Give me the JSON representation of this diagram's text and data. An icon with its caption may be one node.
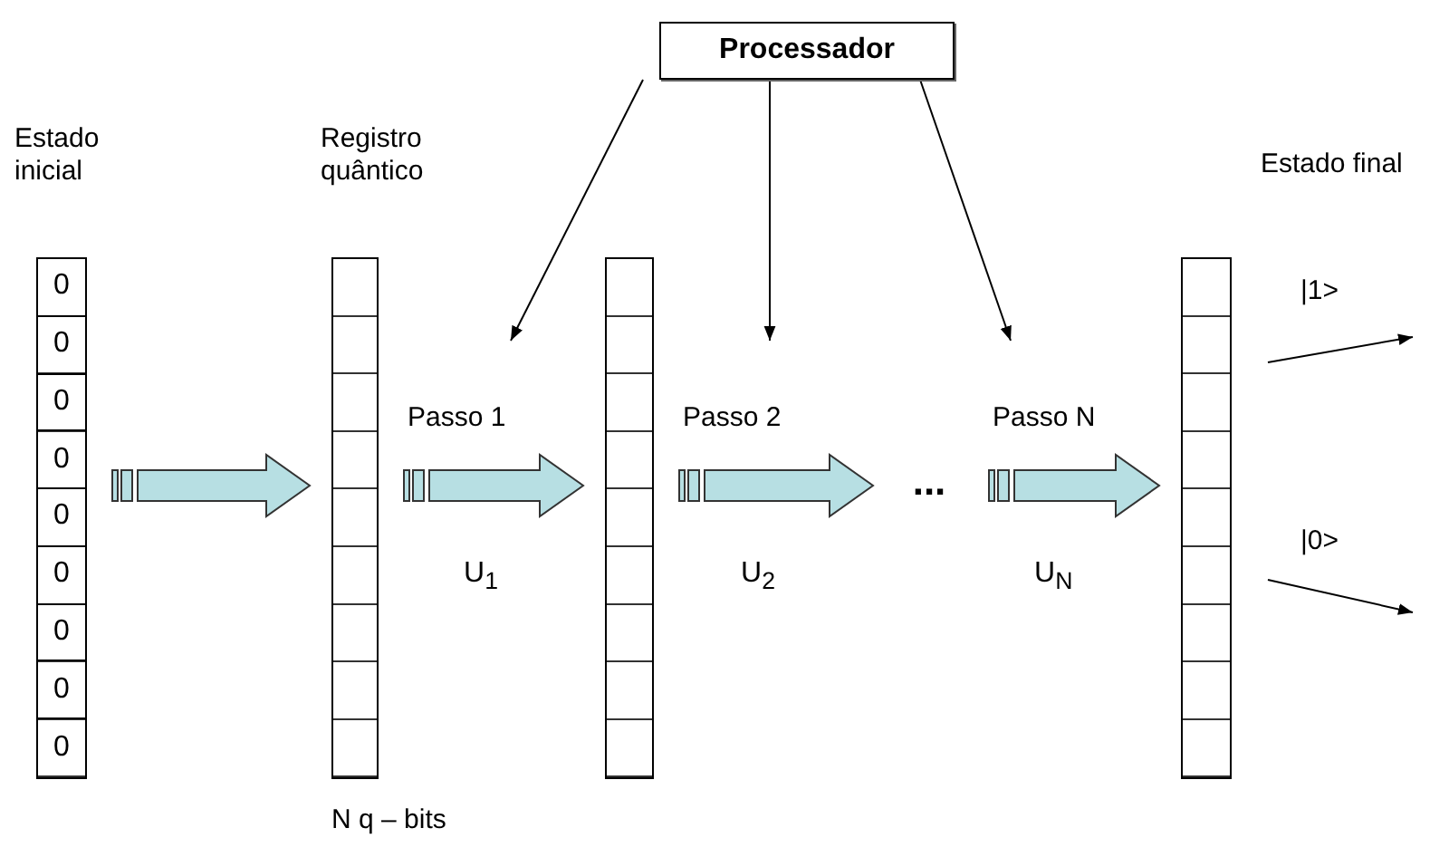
{
  "diagram": {
    "nodes": [
      {
        "text": [
          "Processador"
        ]
      },
      {
        "text": [],
        "shape": "box",
        "beside": [
          "Estado inicial"
        ]
      },
      {
        "text": [
          "0"
        ],
        "in": 1
      },
      {
        "text": [
          "0"
        ],
        "in": 1
      },
      {
        "text": [
          "0"
        ],
        "in": 1
      },
      {
        "text": [
          "0"
        ],
        "in": 1
      },
      {
        "text": [
          "0"
        ],
        "in": 1
      },
      {
        "text": [
          "0"
        ],
        "in": 1
      },
      {
        "text": [
          "0"
        ],
        "in": 1
      },
      {
        "text": [
          "0"
        ],
        "in": 1
      },
      {
        "text": [
          "0"
        ],
        "in": 1
      },
      {
        "text": [],
        "shape": "box",
        "beside": [
          "Registro quântico",
          "N q – bits"
        ]
      },
      {
        "text": [],
        "shape": "box"
      },
      {
        "text": [
          "..."
        ]
      },
      {
        "text": [],
        "shape": "box",
        "beside": [
          "Estado final"
        ]
      }
    ],
    "edges": [
      {
        "from": 1,
        "to": 11,
        "arrow": "to",
        "style": "thick",
        "color": "#b7dfe3"
      },
      {
        "from": 11,
        "to": 12,
        "arrow": "to",
        "label": "Passo 1",
        "style": "thick",
        "color": "#b7dfe3"
      },
      {
        "from": 12,
        "to": 13,
        "arrow": "to",
        "label": "Passo 2",
        "style": "thick",
        "color": "#b7dfe3"
      },
      {
        "from": 13,
        "to": 14,
        "arrow": "to",
        "label": "Passo N",
        "style": "thick",
        "color": "#b7dfe3"
      },
      {
        "from": 0,
        "to": null,
        "arrow": "to"
      },
      {
        "from": 0,
        "to": null,
        "arrow": "to"
      },
      {
        "from": 0,
        "to": null,
        "arrow": "to"
      },
      {
        "from": 14,
        "to": null,
        "arrow": "to",
        "label": "|1>"
      },
      {
        "from": 14,
        "to": null,
        "arrow": "to",
        "label": "|0>"
      }
    ],
    "labels": [
      "U$_{1}$",
      "U$_{2}$",
      "U$_{N}$"
    ]
  }
}
